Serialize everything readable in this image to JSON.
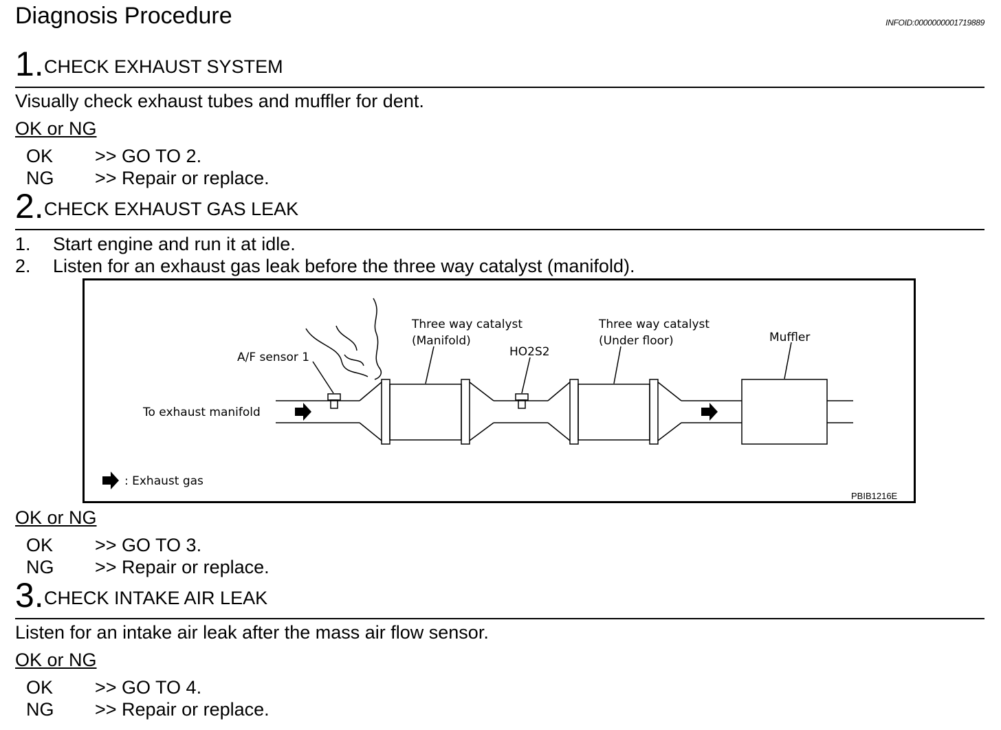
{
  "header": {
    "title": "Diagnosis Procedure",
    "info_id": "INFOID:0000000001719889"
  },
  "steps": [
    {
      "number": "1.",
      "heading": "CHECK EXHAUST SYSTEM",
      "body": "Visually check exhaust tubes and muffler for dent.",
      "okng_label": "OK or NG",
      "results": [
        {
          "key": "OK",
          "value": ">> GO TO 2."
        },
        {
          "key": "NG",
          "value": ">> Repair or replace."
        }
      ]
    },
    {
      "number": "2.",
      "heading": "CHECK EXHAUST GAS LEAK",
      "list": [
        {
          "num": "1.",
          "text": "Start engine and run it at idle."
        },
        {
          "num": "2.",
          "text": "Listen for an exhaust gas leak before the three way catalyst (manifold)."
        }
      ],
      "okng_label": "OK or NG",
      "results": [
        {
          "key": "OK",
          "value": ">> GO TO 3."
        },
        {
          "key": "NG",
          "value": ">> Repair or replace."
        }
      ]
    },
    {
      "number": "3.",
      "heading": "CHECK INTAKE AIR LEAK",
      "body": "Listen for an intake air leak after the mass air flow sensor.",
      "okng_label": "OK or NG",
      "results": [
        {
          "key": "OK",
          "value": ">> GO TO 4."
        },
        {
          "key": "NG",
          "value": ">> Repair or replace."
        }
      ]
    }
  ],
  "diagram": {
    "labels": {
      "catalyst_manifold_line1": "Three way catalyst",
      "catalyst_manifold_line2": "(Manifold)",
      "catalyst_underfloor_line1": "Three way catalyst",
      "catalyst_underfloor_line2": "(Under floor)",
      "muffler": "Muffler",
      "ho2s2": "HO2S2",
      "af_sensor": "A/F sensor 1",
      "to_manifold": "To exhaust manifold",
      "legend": ": Exhaust gas",
      "code": "PBIB1216E"
    }
  }
}
